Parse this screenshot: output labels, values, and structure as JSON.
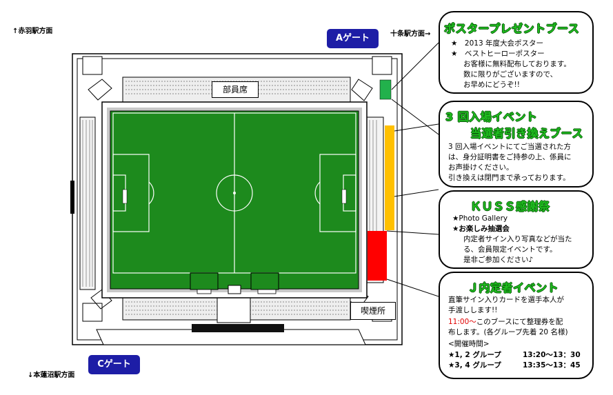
{
  "directions": {
    "top_left": "↑赤羽駅方面",
    "top_right": "十条駅方面→",
    "bottom_left": "↓本蓮沼駅方面"
  },
  "gates": {
    "a": "Aゲート",
    "c": "Cゲート"
  },
  "venue_labels": {
    "staff_seats": "部員席",
    "smoking_area": "喫煙所"
  },
  "booths": {
    "poster": {
      "title": "ポスタープレゼントブース",
      "item1": "★　2013 年度大会ポスター",
      "item2": "★　ベストヒーローポスター",
      "line3": "お客様に無料配布しております。",
      "line4": "数に限りがございますので、",
      "line5": "お早めにどうぞ!!",
      "color": "#22b14c"
    },
    "exchange": {
      "title1": "3 回入場イベント",
      "title2": "当選者引き換えブース",
      "line1": "3 回入場イベントにてご当選された方",
      "line2": "は、身分証明書をご持参の上、係員に",
      "line3": "お声掛けください。",
      "line4": "引き換えは閉門まで承っております。",
      "color": "#ffc000"
    },
    "kuss": {
      "title": "ＫＵＳＳ感謝祭",
      "item1": "★Photo Gallery",
      "item2": "★お楽しみ抽選会",
      "line3": "内定者サイン入り写真などが当た",
      "line4": "る、会員限定イベントです。",
      "line5": "是非ご参加ください♪",
      "color": "#ff0000"
    },
    "j_naitei": {
      "title": "Ｊ内定者イベント",
      "line1": "直筆サイン入りカードを選手本人が",
      "line2": "手渡しします!!",
      "time_highlight": "11:00～",
      "line3_rest": "このブースにて整理券を配",
      "line4": "布します。(各グループ先着 20 名様)",
      "schedule_header": "<開催時間>",
      "group1_label": "★1, 2 グループ",
      "group1_time": "13:20～13：30",
      "group2_label": "★3, 4 グループ",
      "group2_time": "13:35～13：45"
    }
  }
}
